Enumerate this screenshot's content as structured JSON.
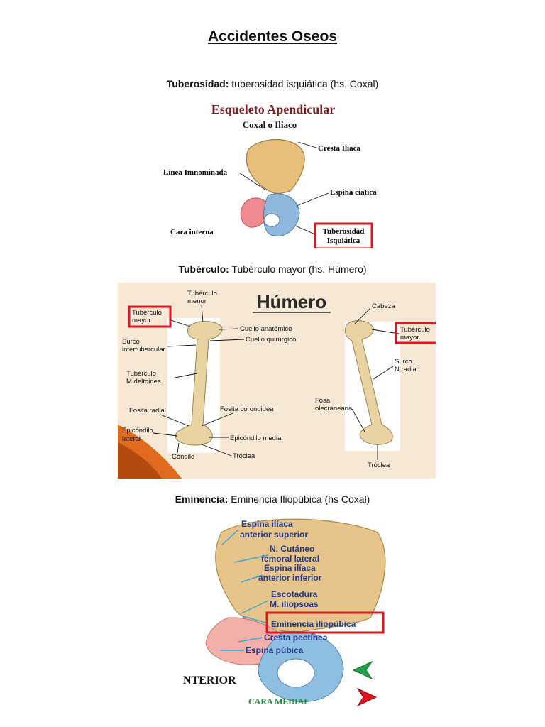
{
  "document": {
    "title": "Accidentes Oseos"
  },
  "sections": [
    {
      "term": "Tuberosidad:",
      "description": "tuberosidad isquiática (hs. Coxal)"
    },
    {
      "term": "Tubérculo:",
      "description": "Tubérculo mayor (hs. Húmero)"
    },
    {
      "term": "Eminencia:",
      "description": "Eminencia Iliopúbica (hs Coxal)"
    }
  ],
  "figure1": {
    "heading": "Esqueleto Apendicular",
    "subheading": "Coxal o Iliaco",
    "labels": {
      "cresta": "Cresta Iliaca",
      "linea": "Línea Imnominada",
      "espina": "Espina ciática",
      "cara": "Cara interna",
      "tuberosidad_l1": "Tuberosidad",
      "tuberosidad_l2": "Isquiática"
    },
    "colors": {
      "heading": "#7a1f1f",
      "highlight": "#e0141e"
    }
  },
  "figure2": {
    "heading": "Húmero",
    "labels": {
      "tuberculo_menor_l1": "Tubérculo",
      "tuberculo_menor_l2": "menor",
      "tuberculo_mayor_l1": "Tubérculo",
      "tuberculo_mayor_l2": "mayor",
      "surco_l1": "Surco",
      "surco_l2": "intertubercular",
      "deltoides_l1": "Tubérculo",
      "deltoides_l2": "M.deltoides",
      "cuello_anatomico": "Cuello anatómico",
      "cuello_quirurgico": "Cuello quirúrgico",
      "fosita_radial": "Fosita radial",
      "fosita_coronoidea": "Fosita coronoidea",
      "epicondilo_lateral_l1": "Epicóndilo",
      "epicondilo_lateral_l2": "lateral",
      "epicondilo_medial": "Epicóndilo  medial",
      "condilo": "Cóndilo",
      "troclea": "Tróclea",
      "cabeza": "Cabeza",
      "tuberculo_mayor_r_l1": "Tubérculo",
      "tuberculo_mayor_r_l2": "mayor",
      "surco_radial_l1": "Surco",
      "surco_radial_l2": "N.radial",
      "fosa_l1": "Fosa",
      "fosa_l2": "olecraneana",
      "troclea_r": "Tróclea"
    },
    "colors": {
      "background": "#f6e8d4",
      "accent": "#e06a1e",
      "highlight": "#e0141e"
    }
  },
  "figure3": {
    "labels": {
      "espina_sup_l1": "Espina ilíaca",
      "espina_sup_l2": "anterior superior",
      "cutaneo_l1": "N. Cutáneo",
      "cutaneo_l2": "femoral lateral",
      "espina_inf_l1": "Espina ilíaca",
      "espina_inf_l2": "anterior inferior",
      "escotadura_l1": "Escotadura",
      "escotadura_l2": "M. iliopsoas",
      "eminencia": "Eminencia iliopúbica",
      "cresta": "Cresta pectínea",
      "espina_pubica": "Espina púbica",
      "anterior": "NTERIOR",
      "cara_medial": "CARA MEDIAL"
    },
    "colors": {
      "label": "#1f3a8a",
      "cara_medial": "#1e8a3a",
      "highlight": "#e0141e"
    }
  }
}
